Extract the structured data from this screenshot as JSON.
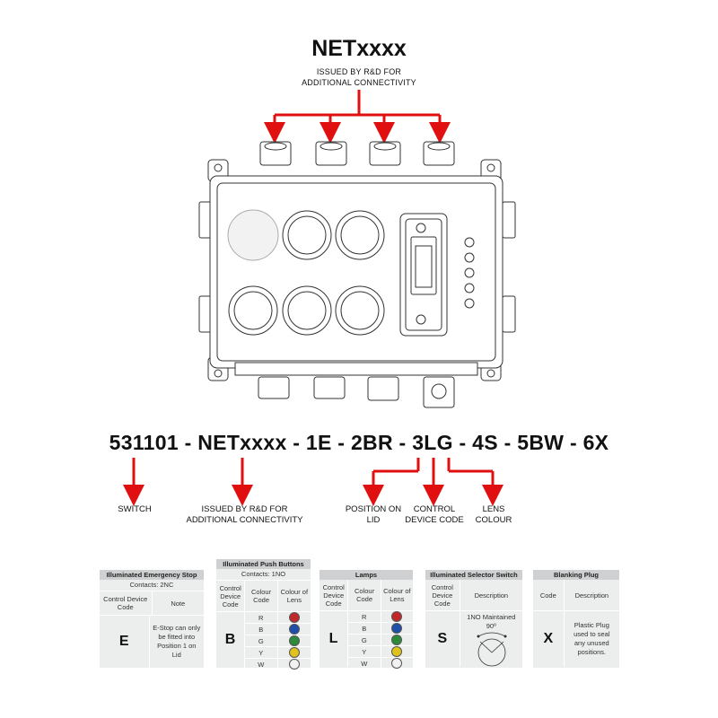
{
  "header": {
    "title": "NETxxxx",
    "subtitle_line1": "ISSUED BY R&D FOR",
    "subtitle_line2": "ADDITIONAL CONNECTIVITY"
  },
  "code_string": "531101 - NETxxxx - 1E - 2BR - 3LG - 4S - 5BW - 6X",
  "labels": {
    "switch": "SWITCH",
    "issued_line1": "ISSUED BY R&D FOR",
    "issued_line2": "ADDITIONAL CONNECTIVITY",
    "position_line1": "POSITION ON",
    "position_line2": "LID",
    "control_line1": "CONTROL",
    "control_line2": "DEVICE CODE",
    "lens_line1": "LENS",
    "lens_line2": "COLOUR"
  },
  "colors": {
    "arrow": "#e01010",
    "table_bg": "#eceded",
    "table_header": "#cfd0d1"
  },
  "tables": {
    "estop": {
      "title": "Illuminated Emergency Stop",
      "contacts": "Contacts: 2NC",
      "col1": "Control Device Code",
      "col2": "Note",
      "code": "E",
      "note": "E-Stop can only be fitted into Position 1 on Lid"
    },
    "pushbuttons": {
      "title": "Illuminated Push Buttons",
      "contacts": "Contacts: 1NO",
      "col1": "Control Device Code",
      "col2": "Colour Code",
      "col3": "Colour of Lens",
      "code": "B",
      "colours": [
        {
          "code": "R",
          "hex": "#c0282a"
        },
        {
          "code": "B",
          "hex": "#1f4fa8"
        },
        {
          "code": "G",
          "hex": "#2c8a3a"
        },
        {
          "code": "Y",
          "hex": "#e0c21c"
        },
        {
          "code": "W",
          "hex": "#f2f2f2"
        }
      ]
    },
    "lamps": {
      "title": "Lamps",
      "col1": "Control Device Code",
      "col2": "Colour Code",
      "col3": "Colour of Lens",
      "code": "L",
      "colours": [
        {
          "code": "R",
          "hex": "#c0282a"
        },
        {
          "code": "B",
          "hex": "#1f4fa8"
        },
        {
          "code": "G",
          "hex": "#2c8a3a"
        },
        {
          "code": "Y",
          "hex": "#e0c21c"
        },
        {
          "code": "W",
          "hex": "#f2f2f2"
        }
      ]
    },
    "selector": {
      "title": "Illuminated Selector Switch",
      "col1": "Control Device Code",
      "col2": "Description",
      "code": "S",
      "desc_line1": "1NO Maintained",
      "desc_line2": "90º"
    },
    "blanking": {
      "title": "Blanking Plug",
      "col1": "Code",
      "col2": "Description",
      "code": "X",
      "desc": "Plastic Plug used to seal any unused positions."
    }
  }
}
